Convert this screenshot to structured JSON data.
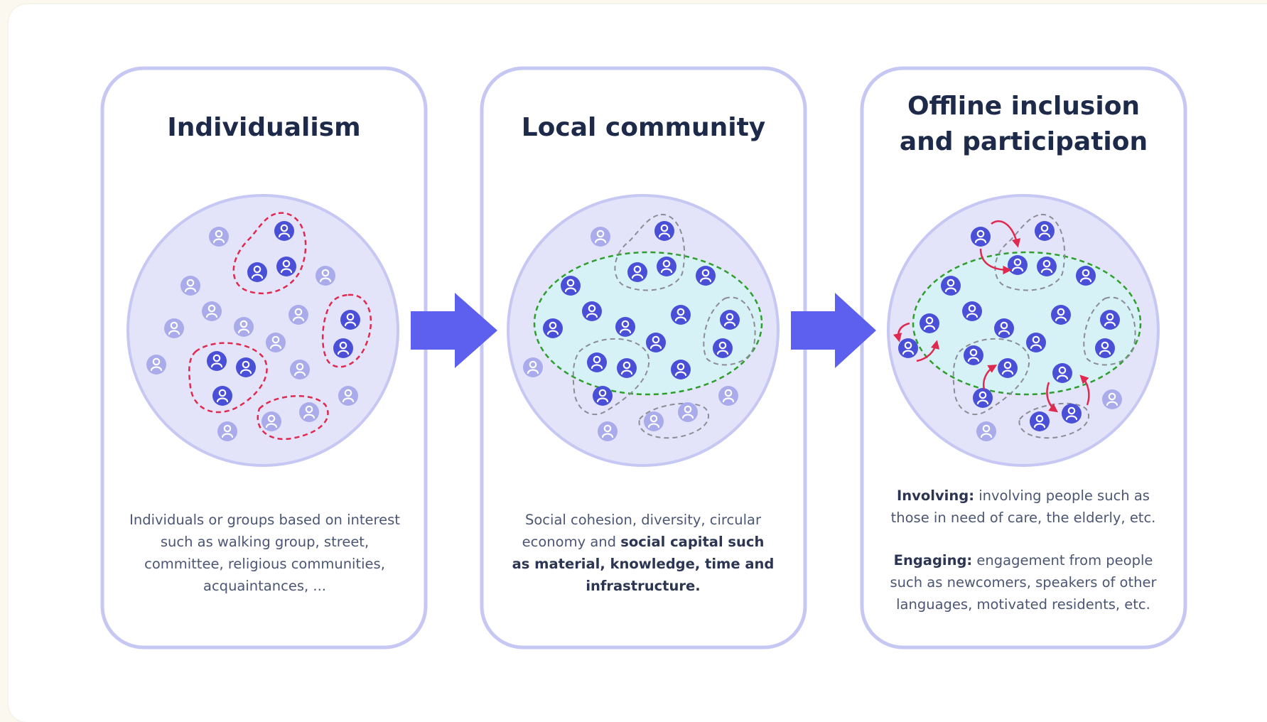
{
  "colors": {
    "panel_border": "#c6c8f3",
    "circle_fill": "#e3e4f9",
    "community_fill": "#d7f2f6",
    "arrow": "#5d60ee",
    "person_dark": "#4a4fd8",
    "person_light": "#a9abeb",
    "red_dash": "#e0294f",
    "green_dash": "#2f9e2f",
    "gray_dash": "#8c8c96"
  },
  "panels": [
    {
      "title": "Individualism",
      "description": "Individuals or groups based on interest such as walking group, street, committee, religious communities, acquaintances, ..."
    },
    {
      "title": "Local community",
      "description_parts": {
        "plain": "Social cohesion, diversity, circular economy and ",
        "bold": "social capital such as material, knowledge, time and infrastructure."
      }
    },
    {
      "title_lines": [
        "Offline inclusion",
        "and participation"
      ],
      "involving": {
        "label": "Involving:",
        "text": " involving people such as those in need of care, the elderly, etc."
      },
      "engaging": {
        "label": "Engaging:",
        "text": " engagement from people such as newcomers, speakers of other languages, motivated residents, etc."
      }
    }
  ],
  "icons": [
    "person-icon",
    "arrow-right-icon",
    "bidirectional-arrow-icon"
  ]
}
